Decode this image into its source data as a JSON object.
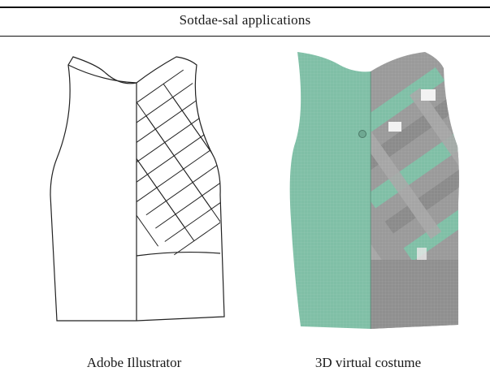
{
  "table": {
    "title": "Sotdae-sal applications"
  },
  "figures": {
    "left": {
      "caption": "Adobe Illustrator",
      "stroke_color": "#222222"
    },
    "right": {
      "caption": "3D virtual costume",
      "green_color": "#7fbfa6",
      "gray_color": "#8a8a8a"
    }
  }
}
